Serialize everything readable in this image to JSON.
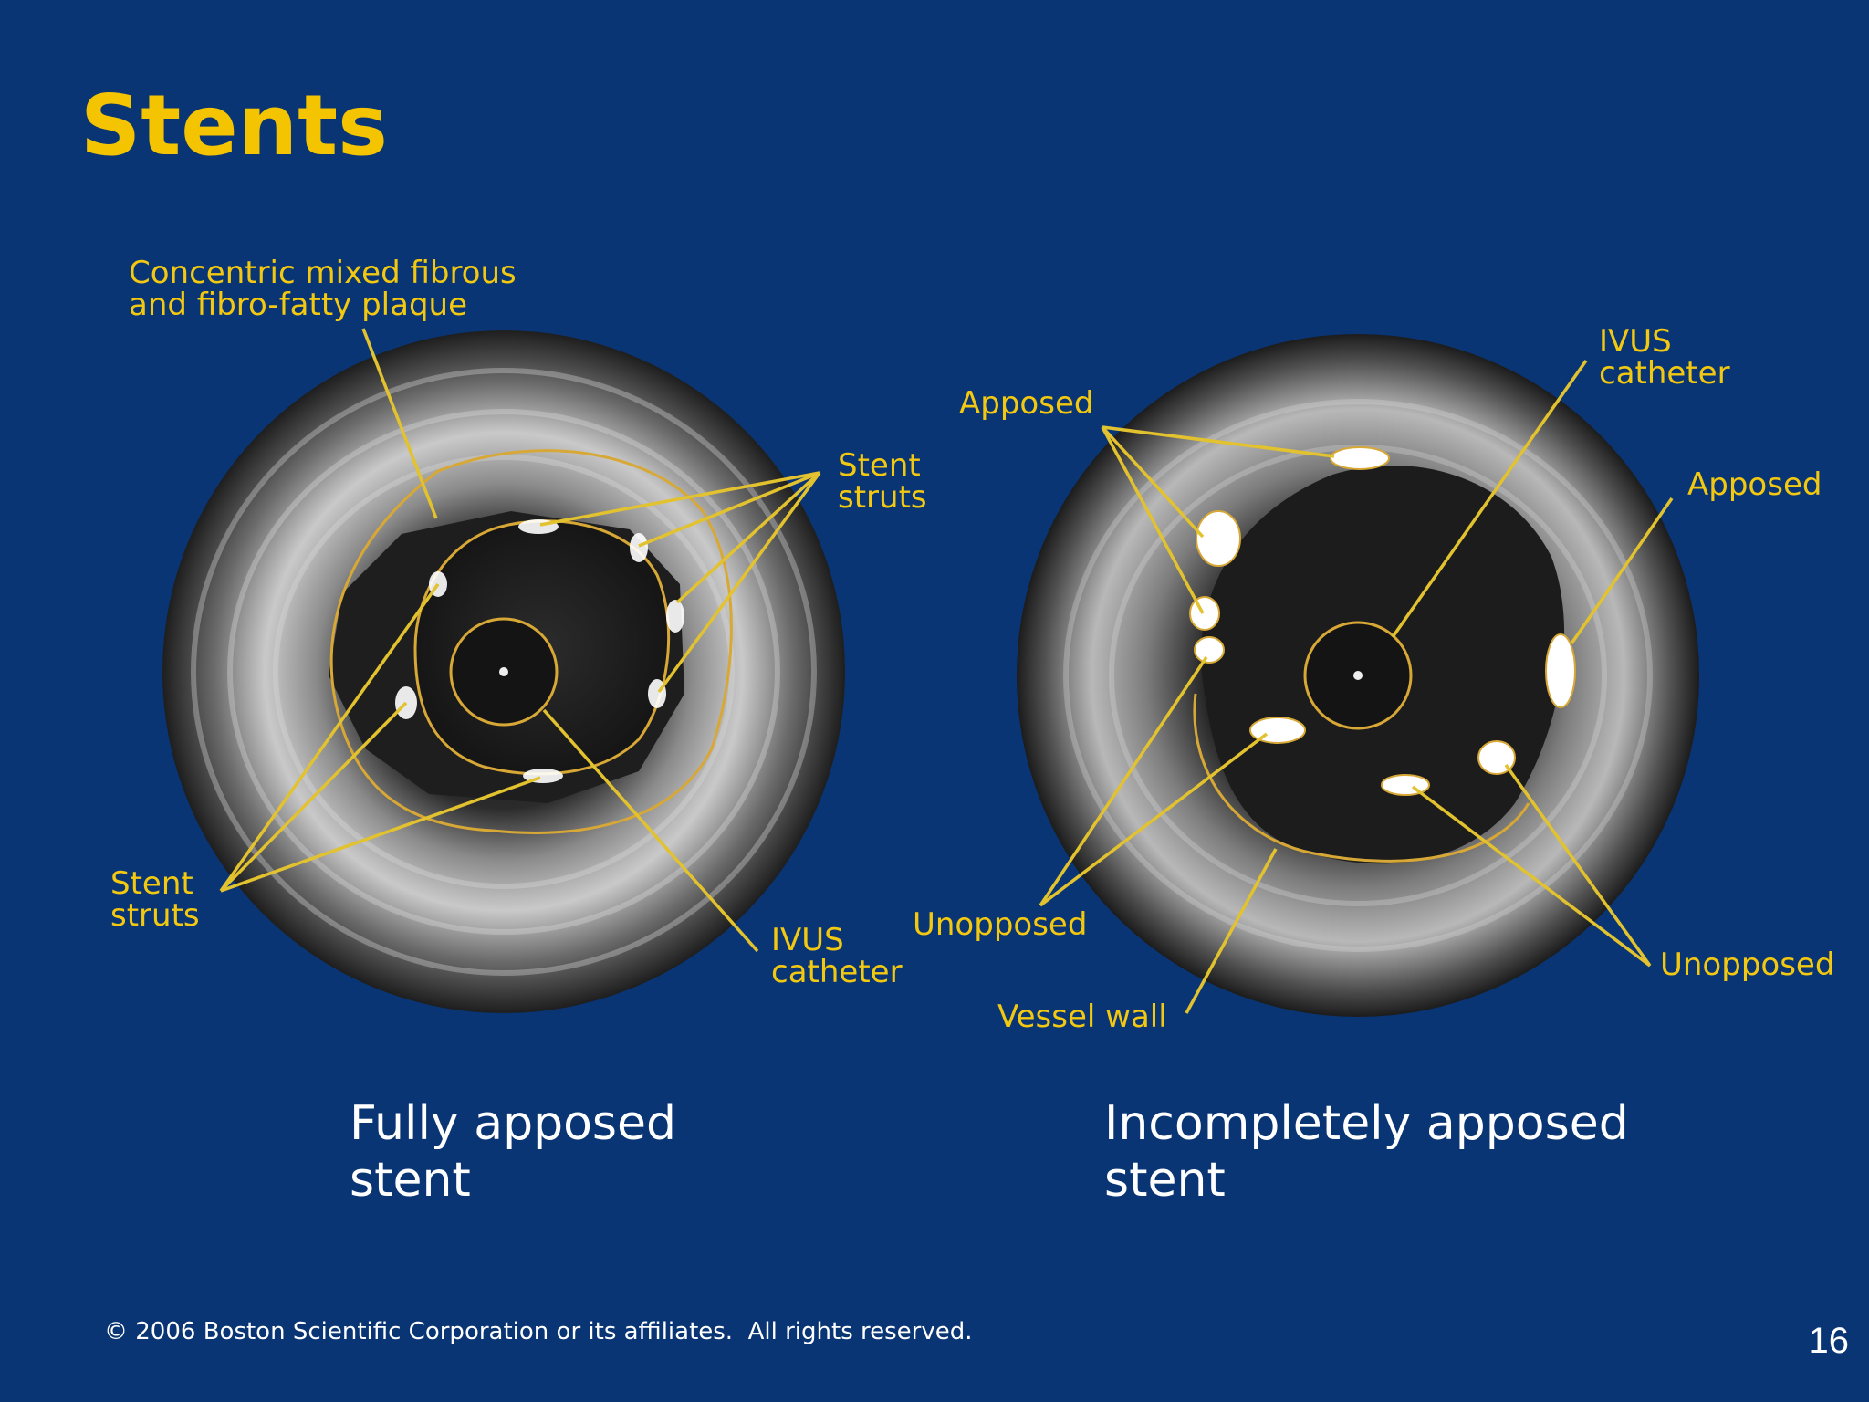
{
  "slide": {
    "title": "Stents",
    "footer": "© 2006 Boston Scientific Corporation or its affiliates.  All rights reserved.",
    "page_number": "16"
  },
  "left_panel": {
    "caption_lines": [
      "Fully apposed",
      "stent"
    ],
    "labels": {
      "plaque": [
        "Concentric mixed fibrous",
        "and fibro-fatty plaque"
      ],
      "stent_struts_right": [
        "Stent",
        "struts"
      ],
      "stent_struts_left": [
        "Stent",
        "struts"
      ],
      "ivus_catheter": [
        "IVUS",
        "catheter"
      ]
    }
  },
  "right_panel": {
    "caption_lines": [
      "Incompletely apposed",
      "stent"
    ],
    "labels": {
      "apposed_top": "Apposed",
      "ivus_catheter": [
        "IVUS",
        "catheter"
      ],
      "apposed_right": "Apposed",
      "unopposed_left": "Unopposed",
      "unopposed_right": "Unopposed",
      "vessel_wall": "Vessel wall"
    }
  },
  "colors": {
    "background": "#0a3574",
    "title": "#f5c400",
    "label": "#f2c811",
    "leader": "#e2c22e",
    "caption": "#ffffff"
  }
}
